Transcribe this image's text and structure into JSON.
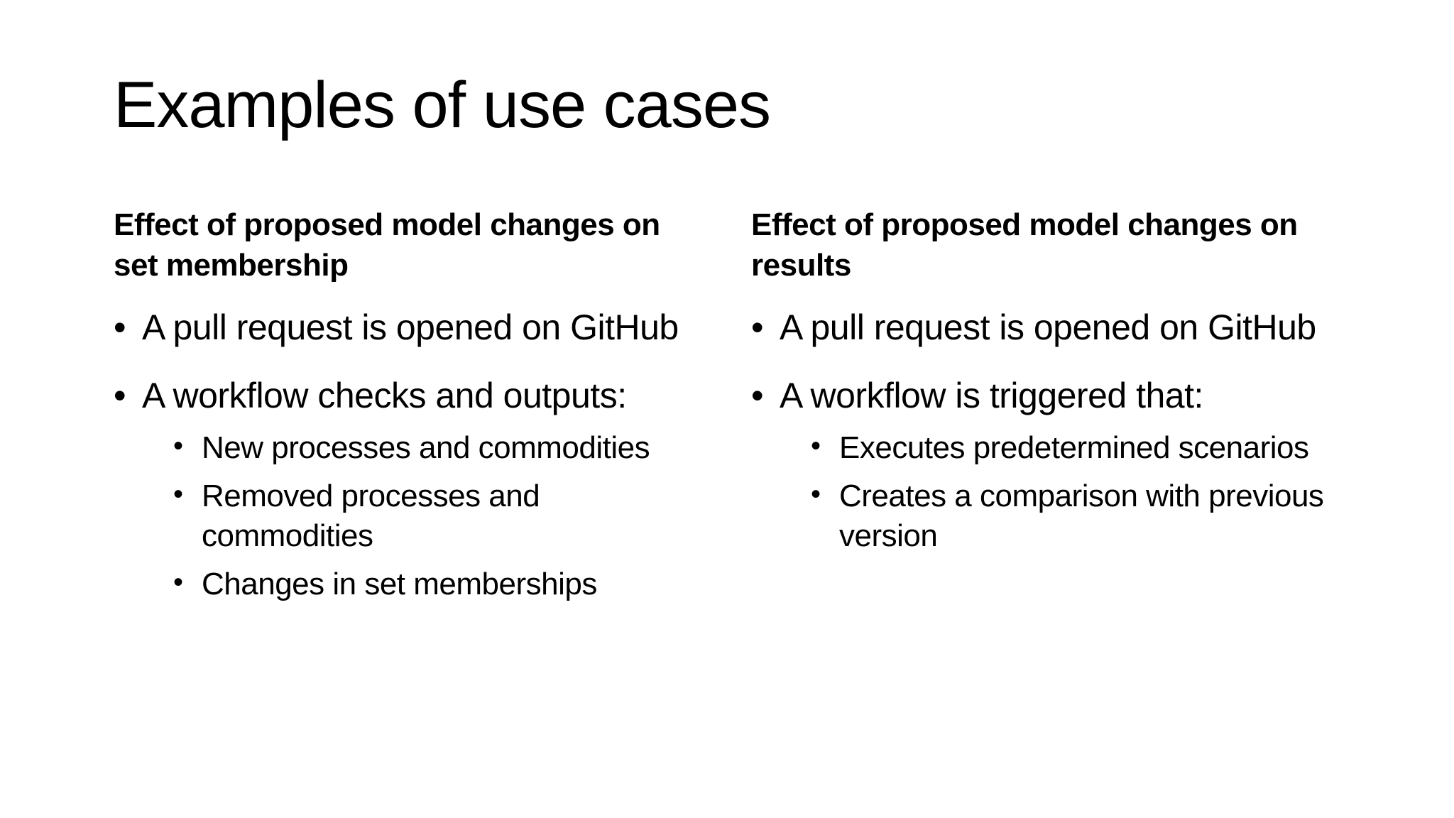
{
  "colors": {
    "background": "#ffffff",
    "text": "#000000"
  },
  "slide": {
    "title": "Examples of use cases",
    "bullet_glyph": "•",
    "columns": [
      {
        "heading": "Effect of proposed model changes on set membership",
        "items": [
          {
            "text": "A pull request is opened on GitHub",
            "children": []
          },
          {
            "text": "A workflow checks and outputs:",
            "children": [
              "New processes and commodities",
              "Removed processes and commodities",
              "Changes in set memberships"
            ]
          }
        ]
      },
      {
        "heading": "Effect of proposed model changes on results",
        "items": [
          {
            "text": "A pull request is opened on GitHub",
            "children": []
          },
          {
            "text": "A workflow is triggered that:",
            "children": [
              "Executes predetermined scenarios",
              "Creates a comparison with previous version"
            ]
          }
        ]
      }
    ]
  }
}
